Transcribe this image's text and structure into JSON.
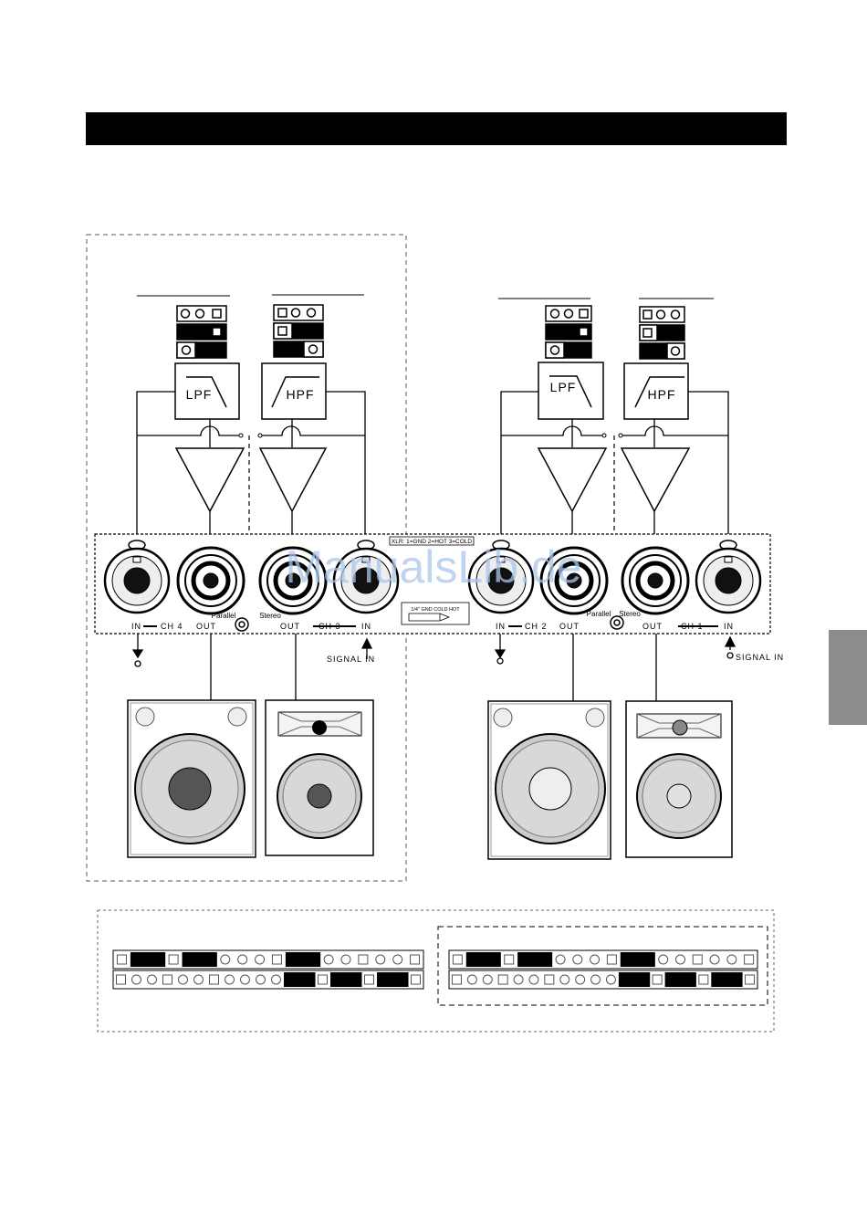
{
  "page": {
    "header_bar_text": "",
    "side_tab_text": ""
  },
  "watermark": {
    "text": "ManualsLib.de"
  },
  "panel": {
    "xlr_legend": "XLR: 1=GND 2=HOT 3=COLD",
    "quarter_inch_legend": "1/4\" GND COLD HOT",
    "parallel_label": "Parallel",
    "stereo_label": "Stereo",
    "in_label": "IN",
    "out_label": "OUT",
    "ch4_label": "CH 4",
    "ch3_label": "CH 3",
    "ch2_label": "CH 2",
    "ch1_label": "CH 1",
    "signal_in_left": "SIGNAL IN",
    "signal_in_right": "SIGNAL IN"
  },
  "filters": {
    "lpf_label": "LPF",
    "hpf_label": "HPF"
  },
  "colors": {
    "ink": "#000000",
    "watermark": "#a9c6e8",
    "side_tab": "#8c8c8c",
    "speaker_cone": "#d8d8d8",
    "speaker_center": "#555555",
    "speaker_center_light": "#eeeeee"
  }
}
